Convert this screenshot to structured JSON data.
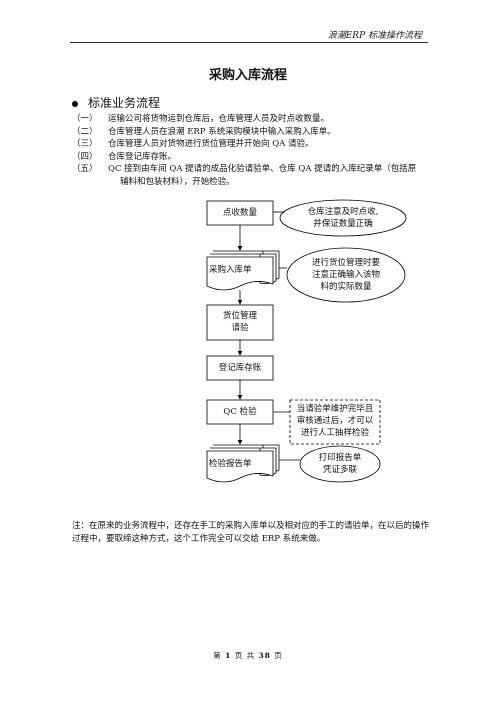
{
  "header": {
    "title": "浪潮ERP 标准操作流程"
  },
  "title": "采购入库流程",
  "section": {
    "heading": "标准业务流程"
  },
  "steps": [
    {
      "num": "（一）",
      "text": "运输公司将货物运到仓库后，仓库管理人员及时点收数量。"
    },
    {
      "num": "（二）",
      "text": "仓库管理人员在浪潮 ERP 系统采购模块中输入采购入库单。"
    },
    {
      "num": "（三）",
      "text": "仓库管理人员对货物进行货位管理并开始向 QA 请验。"
    },
    {
      "num": "（四）",
      "text": "仓库登记库存账。"
    },
    {
      "num": "（五）",
      "text": "QC 接到由车间 QA 提请的成品化验请验单、仓库 QA 提请的入库纪录单（包括原",
      "cont": "辅料和包装材料），开始检验。"
    }
  ],
  "flow": {
    "n1": "点收数量",
    "n1_note": [
      "仓库注意及时点收,",
      "并保证数量正确"
    ],
    "n2": "采购入库单",
    "n2_note": [
      "进行货位管理时要",
      "注意正确输入该物",
      "料的实际数量"
    ],
    "n3": [
      "货位管理",
      "请验"
    ],
    "n4": "登记库存账",
    "n5": "QC 检验",
    "n5_note": [
      "当请验单维护完毕且",
      "审核通过后，才可以",
      "进行人工抽样检验"
    ],
    "n6": "检验报告单",
    "n6_note": [
      "打印报告单",
      "凭证多联"
    ]
  },
  "note": "注：在原来的业务流程中，还存在手工的采购入库单以及相对应的手工的请验单，在以后的操作过程中，要取缔这种方式，这个工作完全可以交给 ERP 系统来做。",
  "footer": {
    "prefix": "第",
    "page": "1",
    "mid": "页 共",
    "total": "38",
    "suffix": "页"
  }
}
